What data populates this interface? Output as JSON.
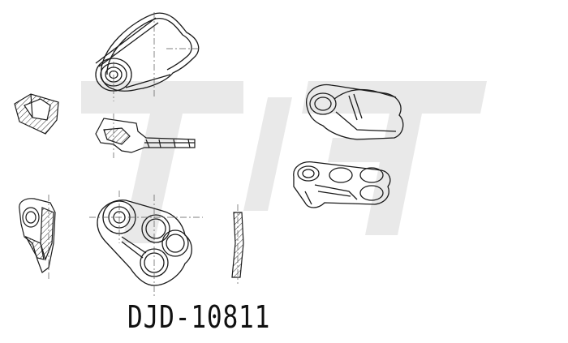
{
  "drawing": {
    "part_code": "DJD-10811",
    "watermark_text": "",
    "colors": {
      "line": "#1a1a1a",
      "hatch": "#333333",
      "centerline": "#555555",
      "watermark": "#e6e6e6",
      "background": "#ffffff"
    }
  },
  "views": [
    {
      "id": "top-iso",
      "icon": "belt-housing-top-view"
    },
    {
      "id": "small-block",
      "icon": "hatched-block-section"
    },
    {
      "id": "arm-side",
      "icon": "tensioner-arm-side-view"
    },
    {
      "id": "clip-section",
      "icon": "clip-section-view"
    },
    {
      "id": "front-view",
      "icon": "three-pulley-plate-front-view"
    },
    {
      "id": "thin-section",
      "icon": "thin-plate-section"
    },
    {
      "id": "iso-right-top",
      "icon": "housing-isometric-view"
    },
    {
      "id": "iso-right-bottom",
      "icon": "three-pulley-isometric-view"
    }
  ]
}
